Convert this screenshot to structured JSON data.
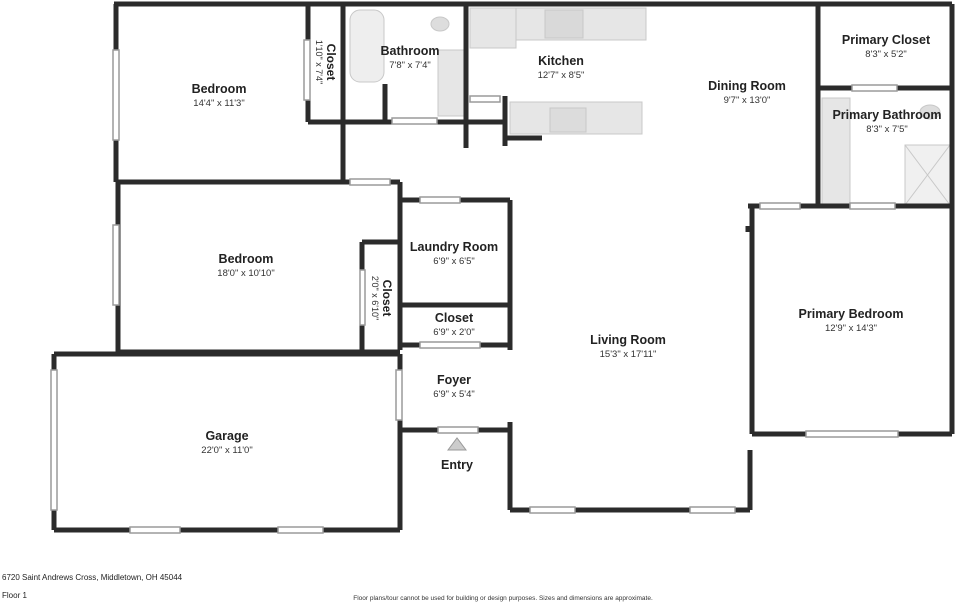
{
  "rooms": {
    "bedroom1": {
      "name": "Bedroom",
      "dim": "14'4\" x 11'3\""
    },
    "closet1": {
      "name": "Closet",
      "dim": "1'10\" x 7'4\""
    },
    "bathroom": {
      "name": "Bathroom",
      "dim": "7'8\" x 7'4\""
    },
    "kitchen": {
      "name": "Kitchen",
      "dim": "12'7\" x 8'5\""
    },
    "dining": {
      "name": "Dining Room",
      "dim": "9'7\" x 13'0\""
    },
    "primary_closet": {
      "name": "Primary Closet",
      "dim": "8'3\" x 5'2\""
    },
    "primary_bathroom": {
      "name": "Primary Bathroom",
      "dim": "8'3\" x 7'5\""
    },
    "bedroom2": {
      "name": "Bedroom",
      "dim": "18'0\" x 10'10\""
    },
    "closet2": {
      "name": "Closet",
      "dim": "2'0\" x 6'10\""
    },
    "laundry": {
      "name": "Laundry Room",
      "dim": "6'9\" x 6'5\""
    },
    "closet3": {
      "name": "Closet",
      "dim": "6'9\" x 2'0\""
    },
    "living": {
      "name": "Living Room",
      "dim": "15'3\" x 17'11\""
    },
    "primary_bedroom": {
      "name": "Primary Bedroom",
      "dim": "12'9\" x 14'3\""
    },
    "foyer": {
      "name": "Foyer",
      "dim": "6'9\" x 5'4\""
    },
    "garage": {
      "name": "Garage",
      "dim": "22'0\" x 11'0\""
    }
  },
  "entry_label": "Entry",
  "footer": {
    "address": "6720 Saint Andrews Cross, Middletown, OH 45044",
    "floor": "Floor 1",
    "disclaimer": "Floor plans/tour cannot be used for building or design purposes. Sizes and dimensions are approximate."
  },
  "colors": {
    "wall": "#2b2b2b",
    "fixture": "#cfcfcf",
    "background": "#ffffff"
  }
}
